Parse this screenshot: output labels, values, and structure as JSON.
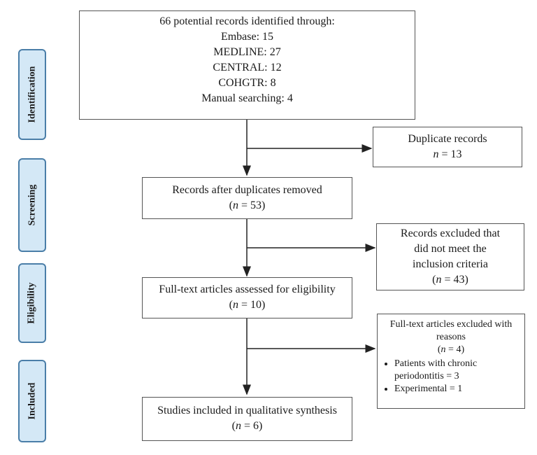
{
  "stages": {
    "identification": "Identification",
    "screening": "Screening",
    "eligibility": "Eligibility",
    "included": "Included"
  },
  "identification_box": {
    "line1": "66 potential records identified through:",
    "line2": "Embase: 15",
    "line3": "MEDLINE: 27",
    "line4": "CENTRAL: 12",
    "line5": "COHGTR: 8",
    "line6": "Manual searching: 4"
  },
  "duplicates_box": {
    "title": "Duplicate records",
    "n_prefix": "n",
    "n_value": " = 13"
  },
  "screening_box": {
    "title": "Records after duplicates removed",
    "paren_open": "(",
    "n_prefix": "n",
    "n_value": " = 53)"
  },
  "excluded_box": {
    "line1": "Records excluded that",
    "line2": "did not meet the",
    "line3": "inclusion criteria",
    "paren_open": "(",
    "n_prefix": "n",
    "n_value": " = 43)"
  },
  "eligibility_box": {
    "title": "Full-text articles assessed for eligibility",
    "paren_open": "(",
    "n_prefix": "n",
    "n_value": " = 10)"
  },
  "fulltext_excluded_box": {
    "line1": "Full-text articles excluded with",
    "line2": "reasons",
    "paren_open": "(",
    "n_prefix": "n",
    "n_value": " = 4)",
    "reasons": [
      "Patients with chronic periodontitis = 3",
      "Experimental = 1"
    ]
  },
  "included_box": {
    "title": "Studies included in qualitative synthesis",
    "paren_open": "(",
    "n_prefix": "n",
    "n_value": " = 6)"
  },
  "colors": {
    "stage_fill": "#d4e8f6",
    "stage_border": "#4a7ea8",
    "box_border": "#555555",
    "arrow": "#222222"
  }
}
